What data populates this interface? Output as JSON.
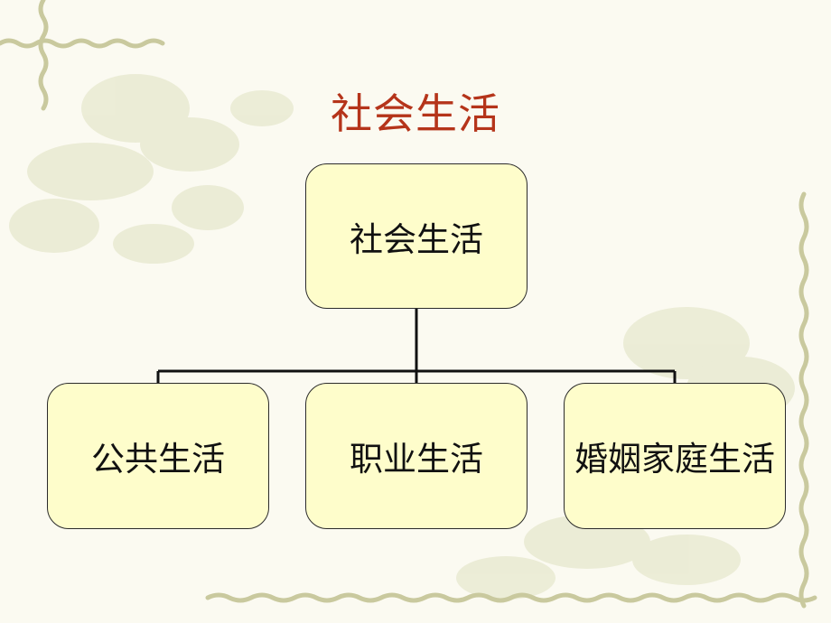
{
  "slide": {
    "title": "社会生活",
    "root": {
      "label": "社会生活"
    },
    "children": [
      {
        "label": "公共生活"
      },
      {
        "label": "职业生活"
      },
      {
        "label": "婚姻家庭生活"
      }
    ]
  },
  "colors": {
    "title": "#b5341a",
    "node_fill": "#fefdcb",
    "node_border": "#2b2b2b",
    "background": "#fbfaf1",
    "decor": "#d8dcb8"
  }
}
